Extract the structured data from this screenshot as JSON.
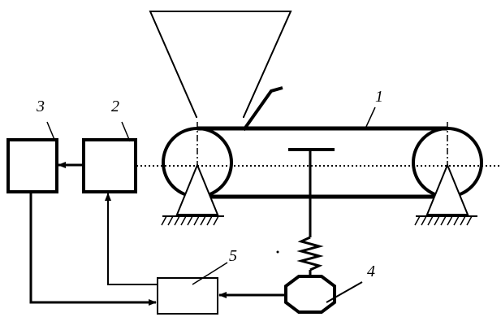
{
  "labels": {
    "belt": "1",
    "box2": "2",
    "box3": "3",
    "motor": "4",
    "box5": "5"
  },
  "colors": {
    "stroke": "#000000",
    "background": "#ffffff"
  }
}
